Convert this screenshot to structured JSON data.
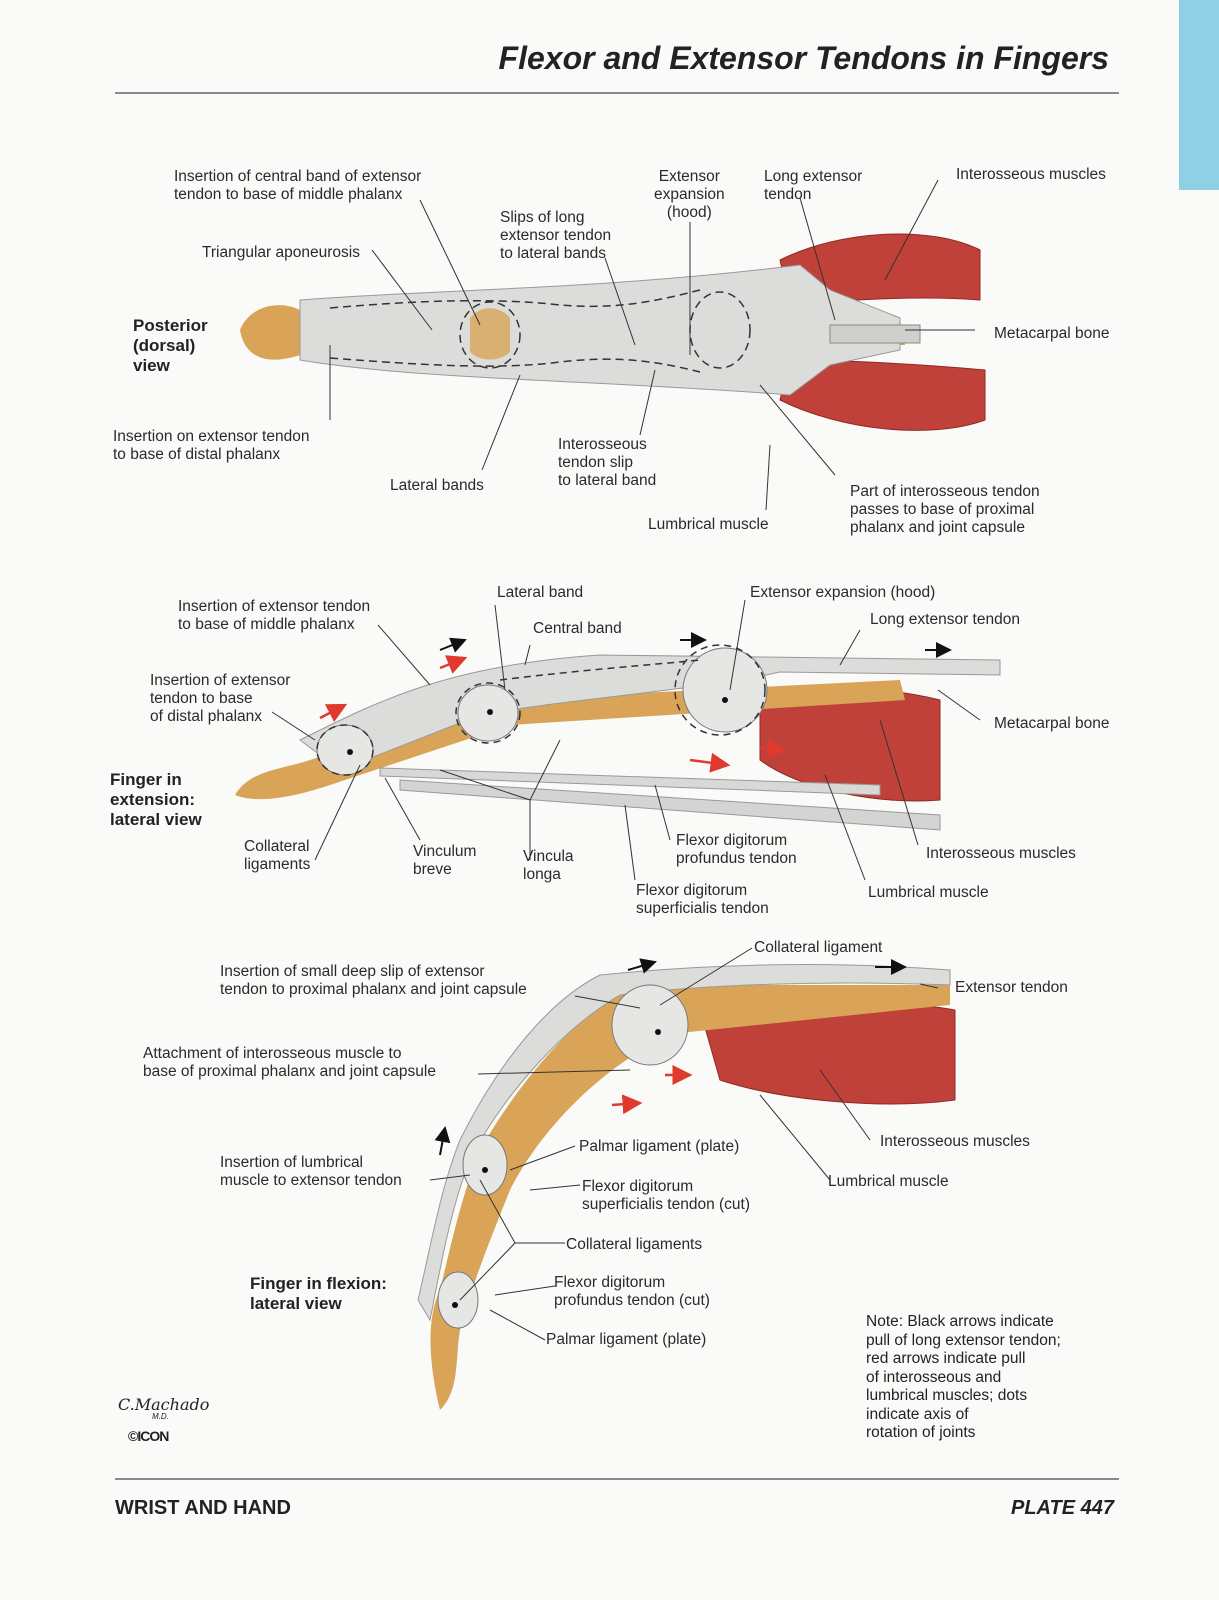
{
  "header": {
    "title": "Flexor and Extensor Tendons in Fingers"
  },
  "footer": {
    "section": "WRIST AND HAND",
    "plate": "PLATE 447"
  },
  "views": {
    "posterior": "Posterior\n(dorsal)\nview",
    "extension": "Finger in\nextension:\nlateral view",
    "flexion": "Finger in flexion:\nlateral view"
  },
  "labels_top": {
    "insertion_central_band": "Insertion of central band of extensor\ntendon to base of middle phalanx",
    "triangular_aponeurosis": "Triangular aponeurosis",
    "slips_long_extensor": "Slips of long\nextensor tendon\nto lateral bands",
    "extensor_expansion_hood": "Extensor\nexpansion\n(hood)",
    "long_extensor_tendon": "Long extensor\ntendon",
    "interosseous_muscles": "Interosseous muscles",
    "metacarpal_bone": "Metacarpal bone",
    "insertion_distal": "Insertion on extensor tendon\nto base of distal phalanx",
    "lateral_bands": "Lateral bands",
    "interosseous_slip": "Interosseous\ntendon slip\nto lateral band",
    "lumbrical_muscle": "Lumbrical muscle",
    "part_interosseous": "Part of interosseous tendon\npasses to base of proximal\nphalanx and joint capsule"
  },
  "labels_mid": {
    "insertion_middle": "Insertion of extensor tendon\nto base of middle phalanx",
    "lateral_band": "Lateral band",
    "central_band": "Central band",
    "extensor_expansion": "Extensor expansion (hood)",
    "long_extensor_tendon": "Long extensor tendon",
    "insertion_distal": "Insertion of extensor\ntendon to base\nof distal phalanx",
    "metacarpal_bone": "Metacarpal bone",
    "collateral_ligaments": "Collateral\nligaments",
    "vinculum_breve": "Vinculum\nbreve",
    "vincula_longa": "Vincula\nlonga",
    "fdp_tendon": "Flexor digitorum\nprofundus tendon",
    "fds_tendon": "Flexor digitorum\nsuperficialis tendon",
    "interosseous_muscles": "Interosseous muscles",
    "lumbrical_muscle": "Lumbrical muscle"
  },
  "labels_bot": {
    "collateral_ligament": "Collateral ligament",
    "insertion_small_slip": "Insertion of small deep slip of extensor\ntendon to proximal phalanx and joint capsule",
    "extensor_tendon": "Extensor tendon",
    "attachment_interosseous": "Attachment of interosseous muscle to\nbase of proximal phalanx and joint capsule",
    "interosseous_muscles": "Interosseous muscles",
    "palmar_ligament_1": "Palmar ligament (plate)",
    "insertion_lumbrical": "Insertion of lumbrical\nmuscle to extensor tendon",
    "lumbrical_muscle": "Lumbrical muscle",
    "fds_cut": "Flexor digitorum\nsuperficialis tendon (cut)",
    "collateral_ligaments": "Collateral ligaments",
    "fdp_cut": "Flexor digitorum\nprofundus tendon (cut)",
    "palmar_ligament_2": "Palmar ligament (plate)"
  },
  "note": "Note: Black arrows indicate\npull of long extensor tendon;\nred arrows indicate pull\nof interosseous and\nlumbrical muscles; dots\nindicate axis of\nrotation of joints",
  "signature": "C.Machado",
  "signature_sub": "M.D.",
  "logo": "©ICON",
  "colors": {
    "muscle": "#c0413a",
    "bone": "#d9a457",
    "tendon": "#d8d8d6",
    "red_arrow": "#e03a2e",
    "tab": "#8fd0e4"
  }
}
